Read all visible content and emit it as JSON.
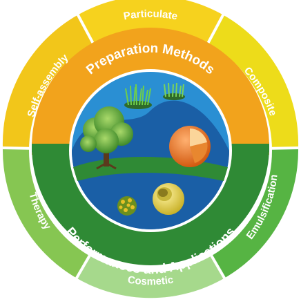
{
  "center": {
    "top_title": "Preparation Methods",
    "bottom_title": "Performances and Applications"
  },
  "outer_ring": {
    "segments": [
      {
        "label": "Particulate"
      },
      {
        "label": "Composite"
      },
      {
        "label": "Emulsification"
      },
      {
        "label": "Cosmetic"
      },
      {
        "label": "Therapy"
      },
      {
        "label": "Self-assembly"
      }
    ]
  },
  "colors": {
    "outer_yellow": "#f2d21a",
    "outer_green": "#7cc34a",
    "outer_light_green": "#a8d98a",
    "mid_orange": "#f2a31c",
    "mid_green": "#2f8a35",
    "core_blue": "#2a8fd3",
    "core_dark_blue": "#1a5fa6"
  },
  "icons": [
    "tree-icon",
    "grass-icon",
    "sphere-cutaway-icon",
    "hollow-capsule-icon",
    "pollen-sphere-icon"
  ]
}
